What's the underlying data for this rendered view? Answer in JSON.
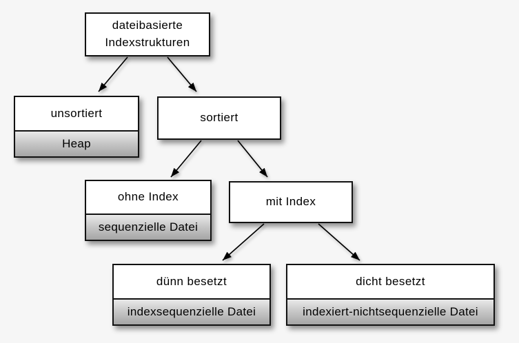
{
  "diagram": {
    "background_color": "#f6f6f6",
    "box_fill": "#ffffff",
    "box_border_color": "#111111",
    "sublabel_gradient_top": "#e9e9e9",
    "sublabel_gradient_bottom": "#a5a5a5",
    "arrow_color": "#000000",
    "nodes": [
      {
        "id": "root",
        "label": "dateibasierte\nIndexstrukturen"
      },
      {
        "id": "unsortiert",
        "label": "unsortiert",
        "sublabel": "Heap"
      },
      {
        "id": "sortiert",
        "label": "sortiert"
      },
      {
        "id": "ohne-index",
        "label": "ohne Index",
        "sublabel": "sequenzielle Datei"
      },
      {
        "id": "mit-index",
        "label": "mit Index"
      },
      {
        "id": "duenn-besetzt",
        "label": "dünn besetzt",
        "sublabel": "indexsequenzielle Datei"
      },
      {
        "id": "dicht-besetzt",
        "label": "dicht besetzt",
        "sublabel": "indexiert-nichtsequenzielle Datei"
      }
    ],
    "edges": [
      {
        "from": "root",
        "to": "unsortiert"
      },
      {
        "from": "root",
        "to": "sortiert"
      },
      {
        "from": "sortiert",
        "to": "ohne-index"
      },
      {
        "from": "sortiert",
        "to": "mit-index"
      },
      {
        "from": "mit-index",
        "to": "duenn-besetzt"
      },
      {
        "from": "mit-index",
        "to": "dicht-besetzt"
      }
    ]
  }
}
